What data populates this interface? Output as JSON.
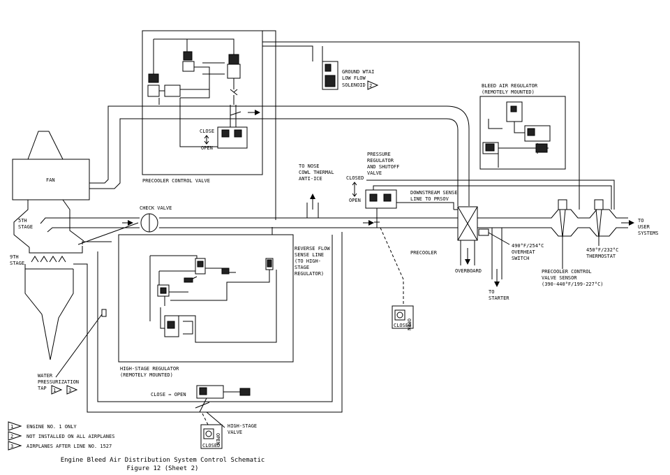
{
  "labels": {
    "fan": "FAN",
    "stage5": [
      "5TH",
      "STAGE"
    ],
    "stage9": [
      "9TH",
      "STAGE"
    ],
    "precooler_control_valve": "PRECOOLER CONTROL VALVE",
    "pcv_close": "CLOSE",
    "pcv_open": "OPEN",
    "ground_wtai": [
      "GROUND WTAI",
      "LOW FLOW",
      "SOLENOID"
    ],
    "bleed_air_regulator": [
      "BLEED AIR REGULATOR",
      "(REMOTELY MOUNTED)"
    ],
    "to_nose_cowl": [
      "TO NOSE",
      "COWL THERMAL",
      "ANTI-ICE"
    ],
    "prsov_closed": "CLOSED",
    "prsov_open": "OPEN",
    "prsov": [
      "PRESSURE",
      "REGULATOR",
      "AND SHUTOFF",
      "VALVE"
    ],
    "downstream_sense": [
      "DOWNSTREAM SENSE",
      "LINE TO PRSOV"
    ],
    "check_valve": "CHECK VALVE",
    "reverse_flow": [
      "REVERSE FLOW",
      "SENSE LINE",
      "(TO HIGH-",
      "STAGE",
      "REGULATOR)"
    ],
    "precooler": "PRECOOLER",
    "overboard": "OVERBOARD",
    "overheat_switch": [
      "490°F/254°C",
      "OVERHEAT",
      "SWITCH"
    ],
    "to_starter": [
      "TO",
      "STARTER"
    ],
    "pcv_sensor": [
      "PRECOOLER CONTROL",
      "VALVE SENSOR",
      "(390-440°F/199-227°C)"
    ],
    "thermostat": [
      "450°F/232°C",
      "THERMOSTAT"
    ],
    "to_user": [
      "TO",
      "USER",
      "SYSTEMS"
    ],
    "hsr": [
      "HIGH-STAGE REGULATOR",
      "(REMOTELY MOUNTED)"
    ],
    "water_tap": [
      "WATER",
      "PRESSURIZATION",
      "TAP"
    ],
    "hsv_close_open": "CLOSE ⇔ OPEN",
    "hsv": [
      "HIGH-STAGE",
      "VALVE"
    ],
    "indicator_closed": "CLOSED",
    "indicator_open": "OPEN"
  },
  "flag_numbers": [
    "1",
    "2",
    "3"
  ],
  "legend": [
    {
      "num": "1",
      "text": "ENGINE NO. 1 ONLY"
    },
    {
      "num": "2",
      "text": "NOT INSTALLED ON ALL AIRPLANES"
    },
    {
      "num": "3",
      "text": "AIRPLANES AFTER LINE NO. 1527"
    }
  ],
  "caption": {
    "title": "Engine Bleed Air Distribution System Control Schematic",
    "subtitle": "Figure 12 (Sheet 2)"
  }
}
